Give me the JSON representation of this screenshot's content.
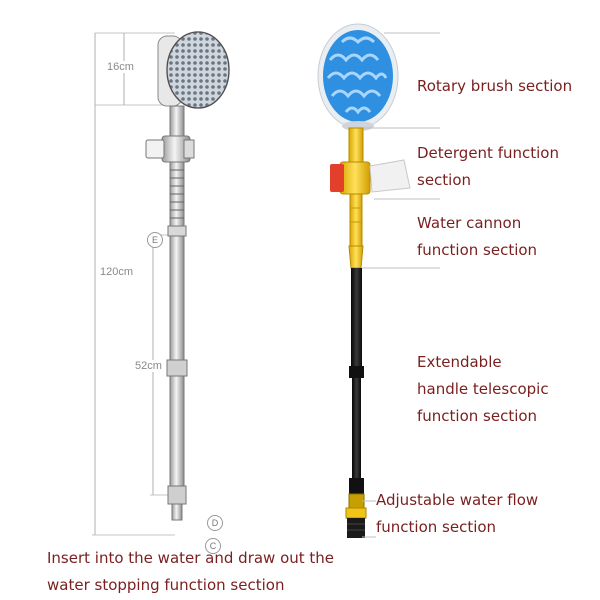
{
  "dimensions": {
    "brush_head": "16cm",
    "total_length": "120cm",
    "handle_segment": "52cm"
  },
  "part_marks": [
    "E",
    "D",
    "C"
  ],
  "callouts": {
    "rotary_brush": [
      "Rotary brush section"
    ],
    "detergent": [
      "Detergent function",
      "section"
    ],
    "water_cannon": [
      "Water cannon",
      "function section"
    ],
    "extendable_handle": [
      "Extendable",
      "handle telescopic",
      "function section"
    ],
    "water_flow": [
      "Adjustable water flow",
      "function section"
    ],
    "insert_water": [
      "Insert into the water and draw out the",
      "water stopping function section"
    ]
  },
  "colors": {
    "callout_text": "#7a1f1f",
    "brush_blue": "#2f8fe0",
    "handle_yellow": "#f2c417",
    "handle_black": "#1a1a1a",
    "detergent_red": "#e2402a"
  }
}
